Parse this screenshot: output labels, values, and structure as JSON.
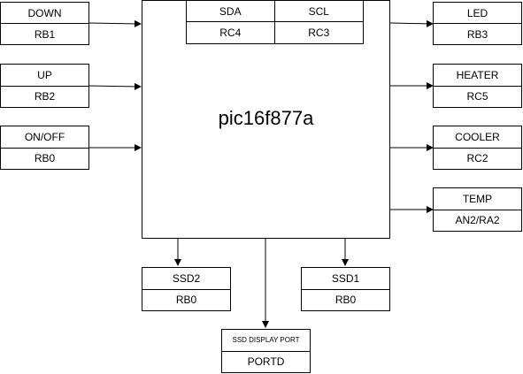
{
  "mcu": {
    "title": "pic16f877a"
  },
  "i2c": {
    "sda_label": "SDA",
    "sda_pin": "RC4",
    "scl_label": "SCL",
    "scl_pin": "RC3"
  },
  "inputs": [
    {
      "label": "DOWN",
      "pin": "RB1"
    },
    {
      "label": "UP",
      "pin": "RB2"
    },
    {
      "label": "ON/OFF",
      "pin": "RB0"
    }
  ],
  "outputs": [
    {
      "label": "LED",
      "pin": "RB3"
    },
    {
      "label": "HEATER",
      "pin": "RC5"
    },
    {
      "label": "COOLER",
      "pin": "RC2"
    },
    {
      "label": "TEMP",
      "pin": "AN2/RA2"
    }
  ],
  "bottom": {
    "ssd2": {
      "label": "SSD2",
      "pin": "RB0"
    },
    "ssd1": {
      "label": "SSD1",
      "pin": "RB0"
    },
    "port": {
      "label": "SSD DISPLAY PORT",
      "pin": "PORTD"
    }
  }
}
